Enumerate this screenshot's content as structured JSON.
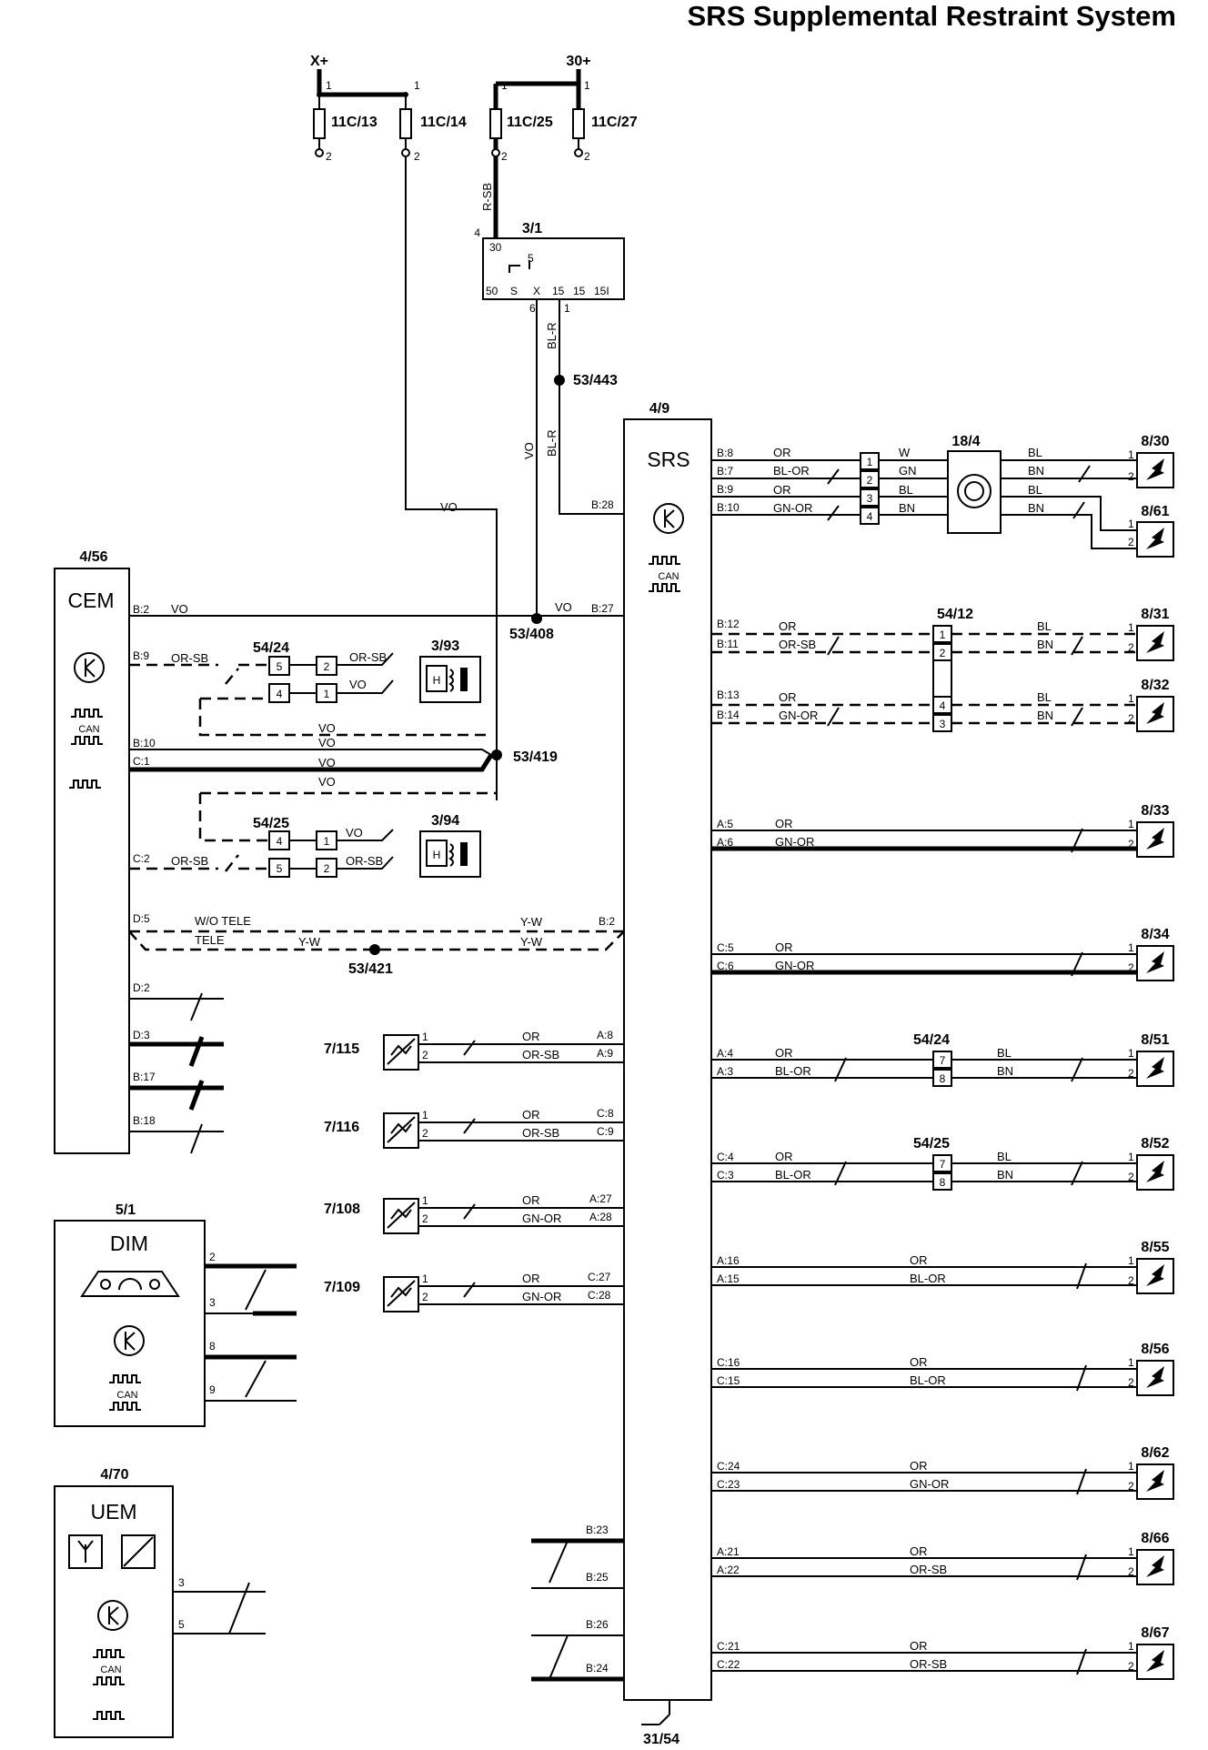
{
  "title": "SRS Supplemental Restraint System",
  "power": {
    "xplus": "X+",
    "b30plus": "30+",
    "fuses": [
      {
        "id": "11C/13",
        "p1": "1",
        "p2": "2"
      },
      {
        "id": "11C/14",
        "p1": "1",
        "p2": "2"
      },
      {
        "id": "11C/25",
        "p1": "1",
        "p2": "2"
      },
      {
        "id": "11C/27",
        "p1": "1",
        "p2": "2"
      }
    ],
    "wire_rsb": "R-SB"
  },
  "ignition": {
    "id": "3/1",
    "pin4": "4",
    "pin30": "30",
    "pin5": "5",
    "pins": [
      "50",
      "S",
      "X",
      "15",
      "15",
      "15I"
    ],
    "pin6": "6",
    "pin1": "1",
    "wire_blr": "BL-R"
  },
  "splices": [
    "53/443",
    "53/408",
    "53/419",
    "53/421"
  ],
  "modules": {
    "srs": {
      "id": "4/9",
      "name": "SRS",
      "can": "CAN",
      "ground": "31/54"
    },
    "cem": {
      "id": "4/56",
      "name": "CEM",
      "can": "CAN"
    },
    "dim": {
      "id": "5/1",
      "name": "DIM",
      "can": "CAN"
    },
    "uem": {
      "id": "4/70",
      "name": "UEM",
      "can": "CAN"
    }
  },
  "cem_pins": {
    "b2": "B:2",
    "b9": "B:9",
    "b10": "B:10",
    "c1": "C:1",
    "c2": "C:2",
    "d5": "D:5",
    "d2": "D:2",
    "d3": "D:3",
    "b17": "B:17",
    "b18": "B:18"
  },
  "cem_wires": {
    "vo": "VO",
    "orsb": "OR-SB",
    "wo_tele": "W/O TELE",
    "tele": "TELE",
    "yw": "Y-W"
  },
  "srs_left_pins": {
    "b28": "B:28",
    "b27": "B:27",
    "b2": "B:2"
  },
  "buckles": {
    "c1": {
      "id": "54/24",
      "pins": [
        "5",
        "4"
      ]
    },
    "c2": {
      "id": "54/25",
      "pins": [
        "4",
        "5"
      ]
    },
    "h1": {
      "id": "3/93",
      "pins": [
        "2",
        "1"
      ],
      "label": "H"
    },
    "h2": {
      "id": "3/94",
      "pins": [
        "1",
        "2"
      ],
      "label": "H"
    }
  },
  "sensors": [
    {
      "id": "7/115",
      "p1": "1",
      "p2": "2",
      "w1": "OR",
      "w2": "OR-SB",
      "s1": "A:8",
      "s2": "A:9"
    },
    {
      "id": "7/116",
      "p1": "1",
      "p2": "2",
      "w1": "OR",
      "w2": "OR-SB",
      "s1": "C:8",
      "s2": "C:9"
    },
    {
      "id": "7/108",
      "p1": "1",
      "p2": "2",
      "w1": "OR",
      "w2": "GN-OR",
      "s1": "A:27",
      "s2": "A:28"
    },
    {
      "id": "7/109",
      "p1": "1",
      "p2": "2",
      "w1": "OR",
      "w2": "GN-OR",
      "s1": "C:27",
      "s2": "C:28"
    }
  ],
  "srs_bottom_pins": [
    "B:23",
    "B:25",
    "B:26",
    "B:24"
  ],
  "dim_pins": [
    "2",
    "3",
    "8",
    "9"
  ],
  "uem_pins": [
    "3",
    "5"
  ],
  "clockspring": {
    "id": "18/4",
    "pins": [
      "1",
      "2",
      "3",
      "4"
    ],
    "srs_pins": [
      "B:8",
      "B:7",
      "B:9",
      "B:10"
    ],
    "left_colors": [
      "OR",
      "BL-OR",
      "OR",
      "GN-OR"
    ],
    "right_colors": [
      "W",
      "GN",
      "BL",
      "BN"
    ],
    "out_colors": [
      "BL",
      "BN",
      "BL",
      "BN"
    ],
    "loads": [
      "8/30",
      "8/61"
    ]
  },
  "connector_5412": {
    "id": "54/12",
    "pins": [
      "1",
      "2",
      "4",
      "3"
    ],
    "srs_pins": [
      "B:12",
      "B:11",
      "B:13",
      "B:14"
    ],
    "left_colors": [
      "OR",
      "OR-SB",
      "OR",
      "GN-OR"
    ],
    "right_colors": [
      "BL",
      "BN",
      "BL",
      "BN"
    ],
    "loads": [
      "8/31",
      "8/32"
    ]
  },
  "right_simple": [
    {
      "load": "8/33",
      "pins": [
        "A:5",
        "A:6"
      ],
      "colors": [
        "OR",
        "GN-OR"
      ]
    },
    {
      "load": "8/34",
      "pins": [
        "C:5",
        "C:6"
      ],
      "colors": [
        "OR",
        "GN-OR"
      ]
    }
  ],
  "right_conn": [
    {
      "load": "8/51",
      "conn": "54/24",
      "cpins": [
        "7",
        "8"
      ],
      "pins": [
        "A:4",
        "A:3"
      ],
      "colors": [
        "OR",
        "BL-OR"
      ],
      "colors2": [
        "BL",
        "BN"
      ]
    },
    {
      "load": "8/52",
      "conn": "54/25",
      "cpins": [
        "7",
        "8"
      ],
      "pins": [
        "C:4",
        "C:3"
      ],
      "colors": [
        "OR",
        "BL-OR"
      ],
      "colors2": [
        "BL",
        "BN"
      ]
    }
  ],
  "right_long": [
    {
      "load": "8/55",
      "pins": [
        "A:16",
        "A:15"
      ],
      "colors": [
        "OR",
        "BL-OR"
      ]
    },
    {
      "load": "8/56",
      "pins": [
        "C:16",
        "C:15"
      ],
      "colors": [
        "OR",
        "BL-OR"
      ]
    },
    {
      "load": "8/62",
      "pins": [
        "C:24",
        "C:23"
      ],
      "colors": [
        "OR",
        "GN-OR"
      ]
    },
    {
      "load": "8/66",
      "pins": [
        "A:21",
        "A:22"
      ],
      "colors": [
        "OR",
        "OR-SB"
      ]
    },
    {
      "load": "8/67",
      "pins": [
        "C:21",
        "C:22"
      ],
      "colors": [
        "OR",
        "OR-SB"
      ]
    }
  ],
  "load_pins": [
    "1",
    "2"
  ]
}
